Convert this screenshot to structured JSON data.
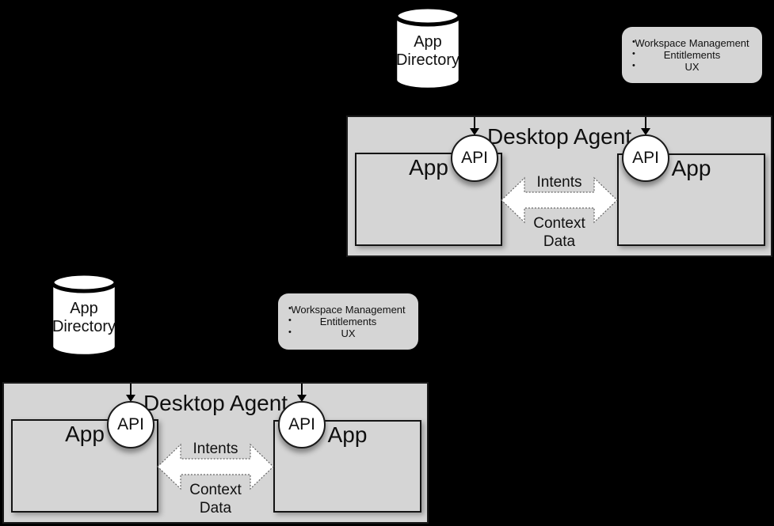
{
  "diagram": {
    "description": "Two identical desktop-interoperability architecture diagrams on a black background",
    "instances": [
      "top-right",
      "bottom-left"
    ]
  },
  "colors": {
    "background": "#000000",
    "panel_gray": "#d5d5d5",
    "stroke": "#111111",
    "arrow_fill": "#ffffff",
    "arrow_dash": "#666666"
  },
  "labels": {
    "app_directory_line1": "App",
    "app_directory_line2": "Directory",
    "desktop_agent": "Desktop Agent",
    "app": "App",
    "api": "API",
    "intents": "Intents",
    "context_data": "Context\nData",
    "bullet": "•",
    "features": [
      "Workspace Management",
      "Entitlements",
      "UX"
    ]
  }
}
